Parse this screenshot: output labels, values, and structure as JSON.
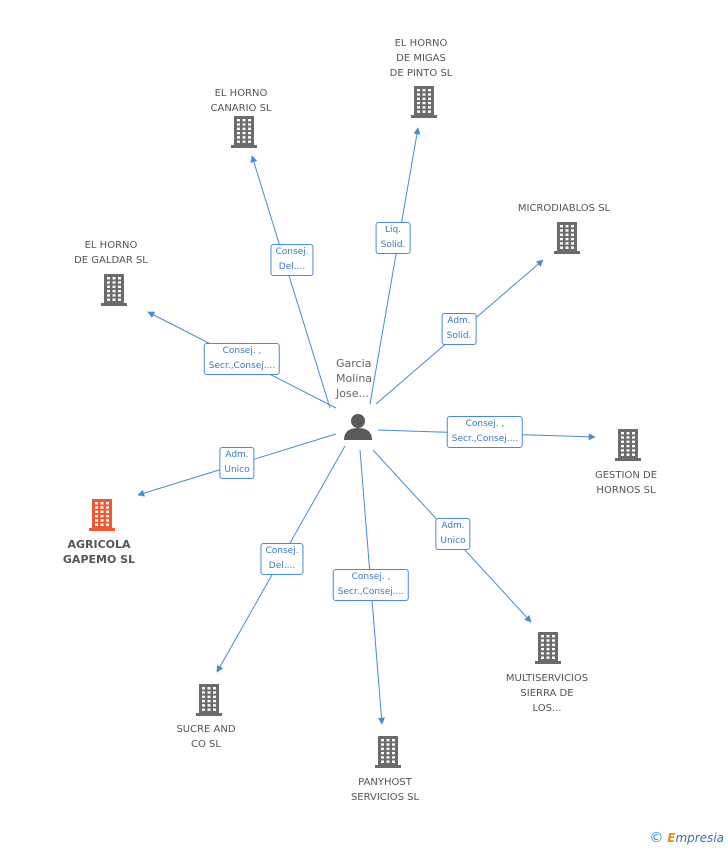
{
  "center": {
    "label": "Garcia\nMolina\nJose...",
    "icon": "person-icon"
  },
  "colors": {
    "edge": "#4a8ad4",
    "building": "#6b6b6b",
    "highlight": "#ee5a33",
    "person": "#5a5a5a"
  },
  "nodes": [
    {
      "id": "horno-canario",
      "label": "EL HORNO\nCANARIO SL",
      "icon": "building-icon",
      "highlight": false
    },
    {
      "id": "horno-migas",
      "label": "EL HORNO\nDE MIGAS\nDE PINTO SL",
      "icon": "building-icon",
      "highlight": false
    },
    {
      "id": "microdiablos",
      "label": "MICRODIABLOS SL",
      "icon": "building-icon",
      "highlight": false
    },
    {
      "id": "horno-galdar",
      "label": "EL HORNO\nDE GALDAR SL",
      "icon": "building-icon",
      "highlight": false
    },
    {
      "id": "gestion-hornos",
      "label": "GESTION DE\nHORNOS SL",
      "icon": "building-icon",
      "highlight": false
    },
    {
      "id": "agricola",
      "label": "AGRICOLA\nGAPEMO SL",
      "icon": "building-icon",
      "highlight": true
    },
    {
      "id": "multiservicios",
      "label": "MULTISERVICIOS\nSIERRA DE\nLOS...",
      "icon": "building-icon",
      "highlight": false
    },
    {
      "id": "sucre",
      "label": "SUCRE AND\nCO SL",
      "icon": "building-icon",
      "highlight": false
    },
    {
      "id": "panyhost",
      "label": "PANYHOST\nSERVICIOS SL",
      "icon": "building-icon",
      "highlight": false
    }
  ],
  "edges": [
    {
      "to": "horno-canario",
      "label": "Consej.\nDel...."
    },
    {
      "to": "horno-migas",
      "label": "Liq.\nSolid."
    },
    {
      "to": "microdiablos",
      "label": "Adm.\nSolid."
    },
    {
      "to": "horno-galdar",
      "label": "Consej. ,\nSecr.,Consej...."
    },
    {
      "to": "gestion-hornos",
      "label": "Consej. ,\nSecr.,Consej...."
    },
    {
      "to": "agricola",
      "label": "Adm.\nUnico"
    },
    {
      "to": "multiservicios",
      "label": "Adm.\nUnico"
    },
    {
      "to": "sucre",
      "label": "Consej.\nDel...."
    },
    {
      "to": "panyhost",
      "label": "Consej. ,\nSecr.,Consej...."
    }
  ],
  "footer": {
    "copyright": "©",
    "brand_e": "E",
    "brand_rest": "mpresia"
  }
}
